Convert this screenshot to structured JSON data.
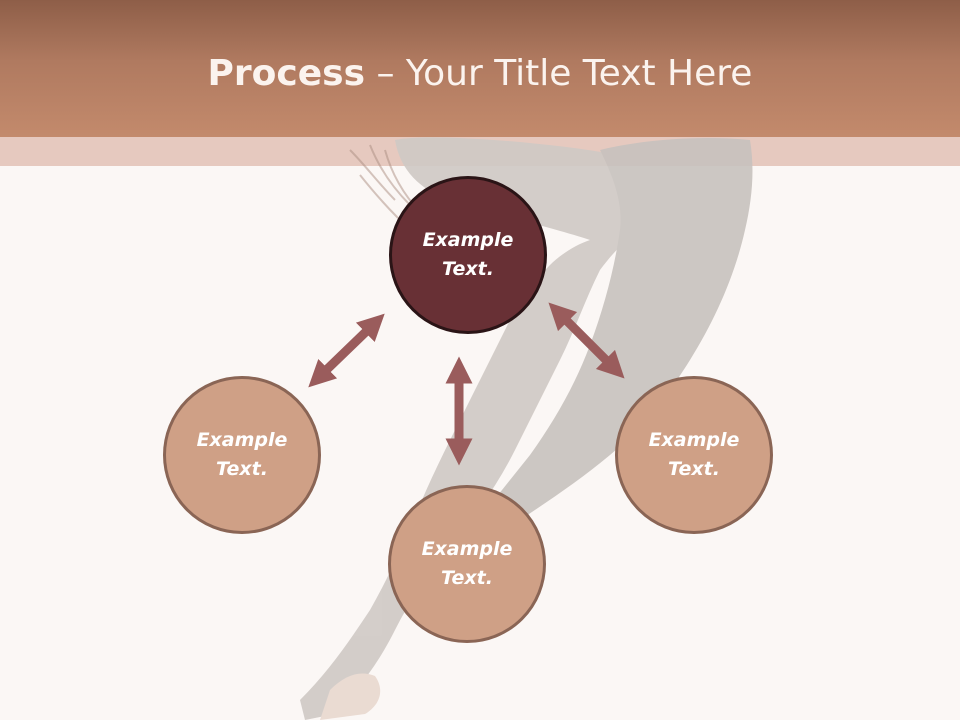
{
  "slide": {
    "title_bold": "Process",
    "title_rest": " – Your Title Text Here"
  },
  "nodes": [
    {
      "id": "top",
      "label": "Example\nText."
    },
    {
      "id": "left",
      "label": "Example\nText."
    },
    {
      "id": "bottom",
      "label": "Example\nText."
    },
    {
      "id": "right",
      "label": "Example\nText."
    }
  ],
  "colors": {
    "header": "#b07a60",
    "main_node": "#683035",
    "satellite_node": "#cfa086",
    "arrow": "#9a5c5c"
  }
}
